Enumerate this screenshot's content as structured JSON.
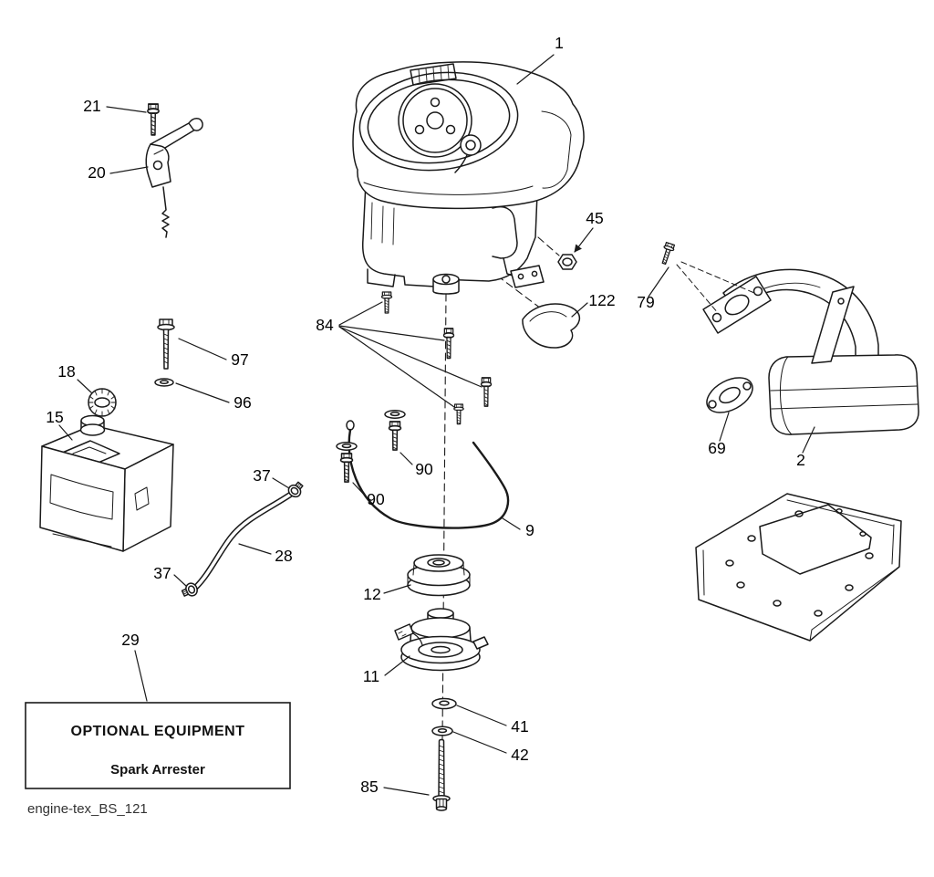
{
  "figure": {
    "footer": "engine-tex_BS_121",
    "optional_equipment": {
      "title": "OPTIONAL EQUIPMENT",
      "subtitle": "Spark Arrester"
    },
    "colors": {
      "ink": "#1a1a1a",
      "paper": "#ffffff"
    },
    "callouts": [
      "1",
      "21",
      "20",
      "45",
      "122",
      "79",
      "84",
      "97",
      "18",
      "96",
      "15",
      "37",
      "90",
      "90",
      "9",
      "69",
      "2",
      "28",
      "37",
      "12",
      "29",
      "11",
      "41",
      "42",
      "85"
    ]
  }
}
